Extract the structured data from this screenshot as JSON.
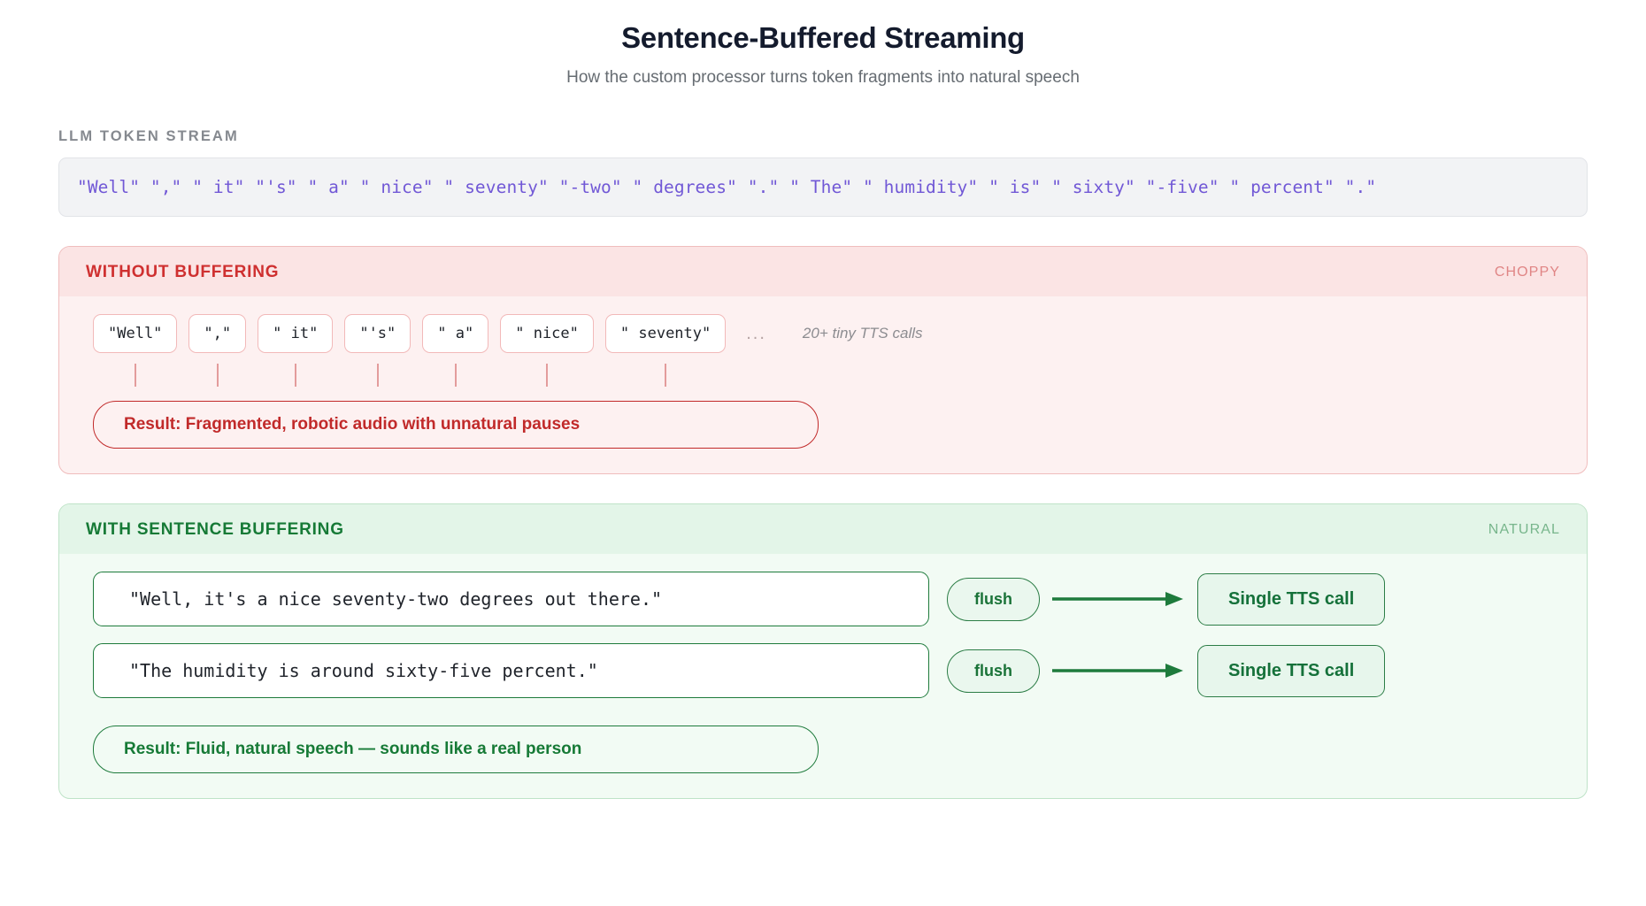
{
  "header": {
    "title": "Sentence-Buffered Streaming",
    "subtitle": "How the custom processor turns token fragments into natural speech"
  },
  "token_stream": {
    "label": "LLM TOKEN STREAM",
    "text": "\"Well\" \",\" \" it\" \"'s\" \" a\" \" nice\" \" seventy\" \"-two\" \" degrees\" \".\" \" The\" \" humidity\" \" is\" \" sixty\" \"-five\" \" percent\" \".\""
  },
  "without_buffering": {
    "title": "WITHOUT BUFFERING",
    "tag": "CHOPPY",
    "chips": [
      "\"Well\"",
      "\",\"",
      "\" it\"",
      "\"'s\"",
      "\" a\"",
      "\" nice\"",
      "\" seventy\""
    ],
    "ellipsis": "...",
    "note": "20+ tiny TTS calls",
    "result": "Result: Fragmented, robotic audio with unnatural pauses"
  },
  "with_buffering": {
    "title": "WITH SENTENCE BUFFERING",
    "tag": "NATURAL",
    "rows": [
      {
        "sentence": "\"Well, it's a nice seventy-two degrees out there.\"",
        "flush_label": "flush",
        "tts_label": "Single TTS call"
      },
      {
        "sentence": "\"The humidity is around sixty-five percent.\"",
        "flush_label": "flush",
        "tts_label": "Single TTS call"
      }
    ],
    "result": "Result: Fluid, natural speech — sounds like a real person"
  },
  "colors": {
    "token_purple": "#7158d6",
    "bad_red": "#c12a2a",
    "good_green": "#1e7b3c"
  }
}
